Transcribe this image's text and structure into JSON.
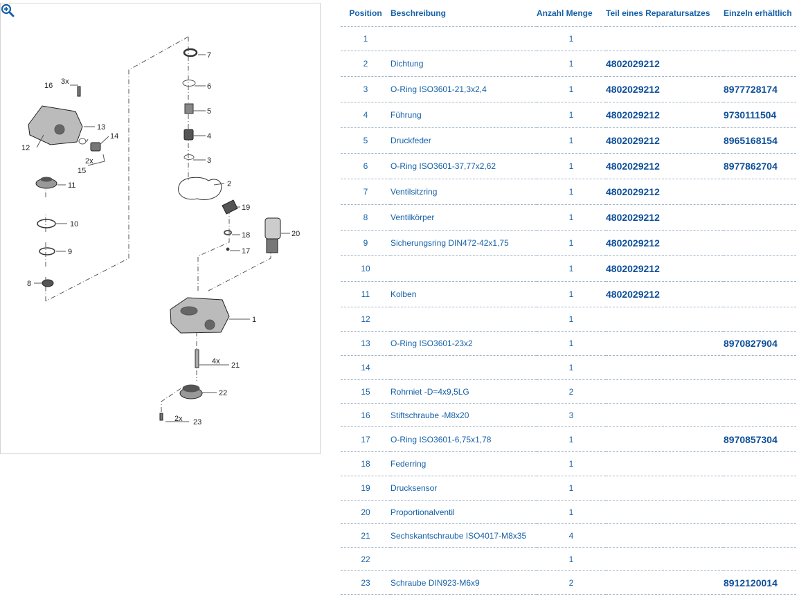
{
  "diagram": {
    "zoom_icon": "magnifier-plus-icon",
    "callouts": [
      "1",
      "2",
      "3",
      "4",
      "5",
      "6",
      "7",
      "8",
      "9",
      "10",
      "11",
      "12",
      "13",
      "14",
      "15",
      "16",
      "17",
      "18",
      "19",
      "20",
      "21",
      "22",
      "23"
    ],
    "quantity_marks": {
      "part16": "3x",
      "part15": "2x",
      "part21": "4x",
      "part23": "2x"
    }
  },
  "table": {
    "headers": {
      "position": "Position",
      "description": "Beschreibung",
      "quantity": "Anzahl Menge",
      "repair_kit": "Teil eines Reparatursatzes",
      "individual": "Einzeln erhältlich"
    },
    "rows": [
      {
        "pos": "1",
        "desc": "",
        "qty": "1",
        "kit": "",
        "single": ""
      },
      {
        "pos": "2",
        "desc": "Dichtung",
        "qty": "1",
        "kit": "4802029212",
        "single": ""
      },
      {
        "pos": "3",
        "desc": "O-Ring ISO3601-21,3x2,4",
        "qty": "1",
        "kit": "4802029212",
        "single": "8977728174"
      },
      {
        "pos": "4",
        "desc": "Führung",
        "qty": "1",
        "kit": "4802029212",
        "single": "9730111504"
      },
      {
        "pos": "5",
        "desc": "Druckfeder",
        "qty": "1",
        "kit": "4802029212",
        "single": "8965168154"
      },
      {
        "pos": "6",
        "desc": "O-Ring ISO3601-37,77x2,62",
        "qty": "1",
        "kit": "4802029212",
        "single": "8977862704"
      },
      {
        "pos": "7",
        "desc": "Ventilsitzring",
        "qty": "1",
        "kit": "4802029212",
        "single": ""
      },
      {
        "pos": "8",
        "desc": "Ventilkörper",
        "qty": "1",
        "kit": "4802029212",
        "single": ""
      },
      {
        "pos": "9",
        "desc": "Sicherungsring DIN472-42x1,75",
        "qty": "1",
        "kit": "4802029212",
        "single": ""
      },
      {
        "pos": "10",
        "desc": "",
        "qty": "1",
        "kit": "4802029212",
        "single": ""
      },
      {
        "pos": "11",
        "desc": "Kolben",
        "qty": "1",
        "kit": "4802029212",
        "single": ""
      },
      {
        "pos": "12",
        "desc": "",
        "qty": "1",
        "kit": "",
        "single": ""
      },
      {
        "pos": "13",
        "desc": "O-Ring ISO3601-23x2",
        "qty": "1",
        "kit": "",
        "single": "8970827904"
      },
      {
        "pos": "14",
        "desc": "",
        "qty": "1",
        "kit": "",
        "single": ""
      },
      {
        "pos": "15",
        "desc": "Rohrniet -D=4x9,5LG",
        "qty": "2",
        "kit": "",
        "single": ""
      },
      {
        "pos": "16",
        "desc": "Stiftschraube -M8x20",
        "qty": "3",
        "kit": "",
        "single": ""
      },
      {
        "pos": "17",
        "desc": "O-Ring ISO3601-6,75x1,78",
        "qty": "1",
        "kit": "",
        "single": "8970857304"
      },
      {
        "pos": "18",
        "desc": "Federring",
        "qty": "1",
        "kit": "",
        "single": ""
      },
      {
        "pos": "19",
        "desc": "Drucksensor",
        "qty": "1",
        "kit": "",
        "single": ""
      },
      {
        "pos": "20",
        "desc": "Proportionalventil",
        "qty": "1",
        "kit": "",
        "single": ""
      },
      {
        "pos": "21",
        "desc": "Sechskantschraube ISO4017-M8x35",
        "qty": "4",
        "kit": "",
        "single": ""
      },
      {
        "pos": "22",
        "desc": "",
        "qty": "1",
        "kit": "",
        "single": ""
      },
      {
        "pos": "23",
        "desc": "Schraube DIN923-M6x9",
        "qty": "2",
        "kit": "",
        "single": "8912120014"
      }
    ]
  },
  "colors": {
    "accent": "#1560a8",
    "link": "#0d4f9a",
    "divider": "#9fb4c8"
  }
}
